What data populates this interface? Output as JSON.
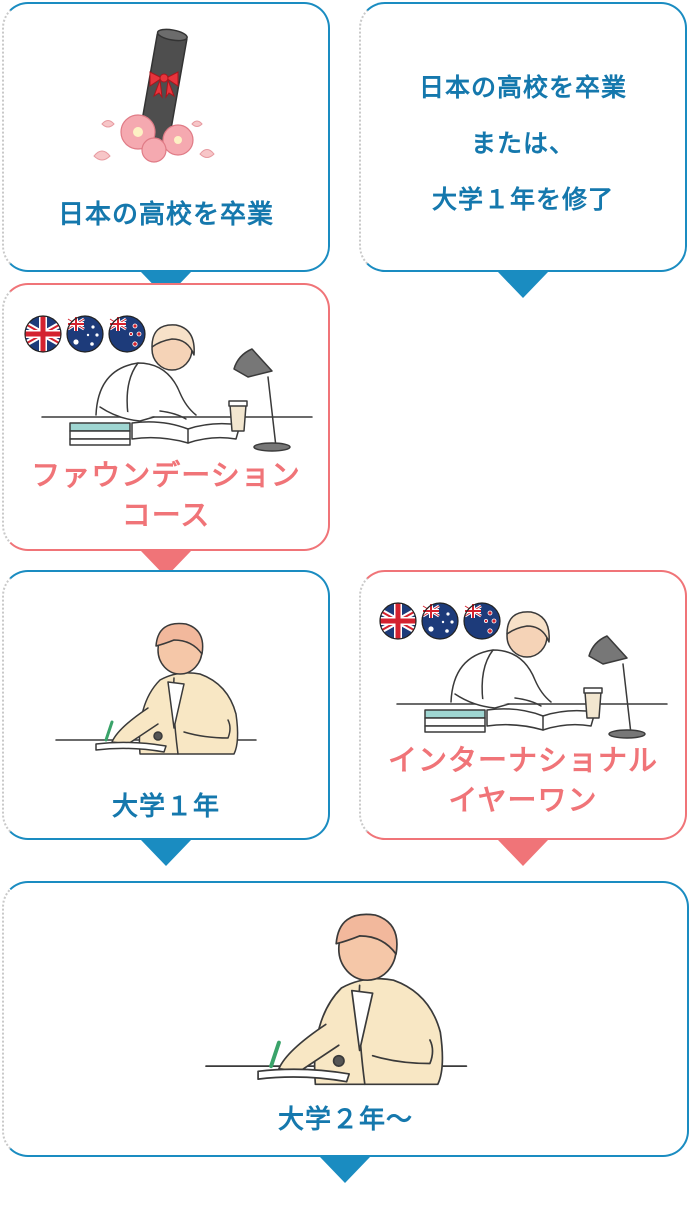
{
  "cards": {
    "hs_grad": {
      "label": "日本の高校を卒業"
    },
    "hs_or_uni": {
      "lines": [
        "日本の高校を卒業",
        "または、",
        "大学１年を修了"
      ]
    },
    "foundation": {
      "lines": [
        "ファウンデーション",
        "コース"
      ]
    },
    "uni_year1": {
      "label": "大学１年"
    },
    "iyo": {
      "lines": [
        "インターナショナル",
        "イヤーワン"
      ]
    },
    "uni_year2": {
      "label": "大学２年〜"
    }
  },
  "flags": [
    "uk-flag-icon",
    "australia-flag-icon",
    "new-zealand-flag-icon"
  ],
  "colors": {
    "blue": "#1a8cc1",
    "pink": "#f07478",
    "text_blue": "#1578ad"
  }
}
